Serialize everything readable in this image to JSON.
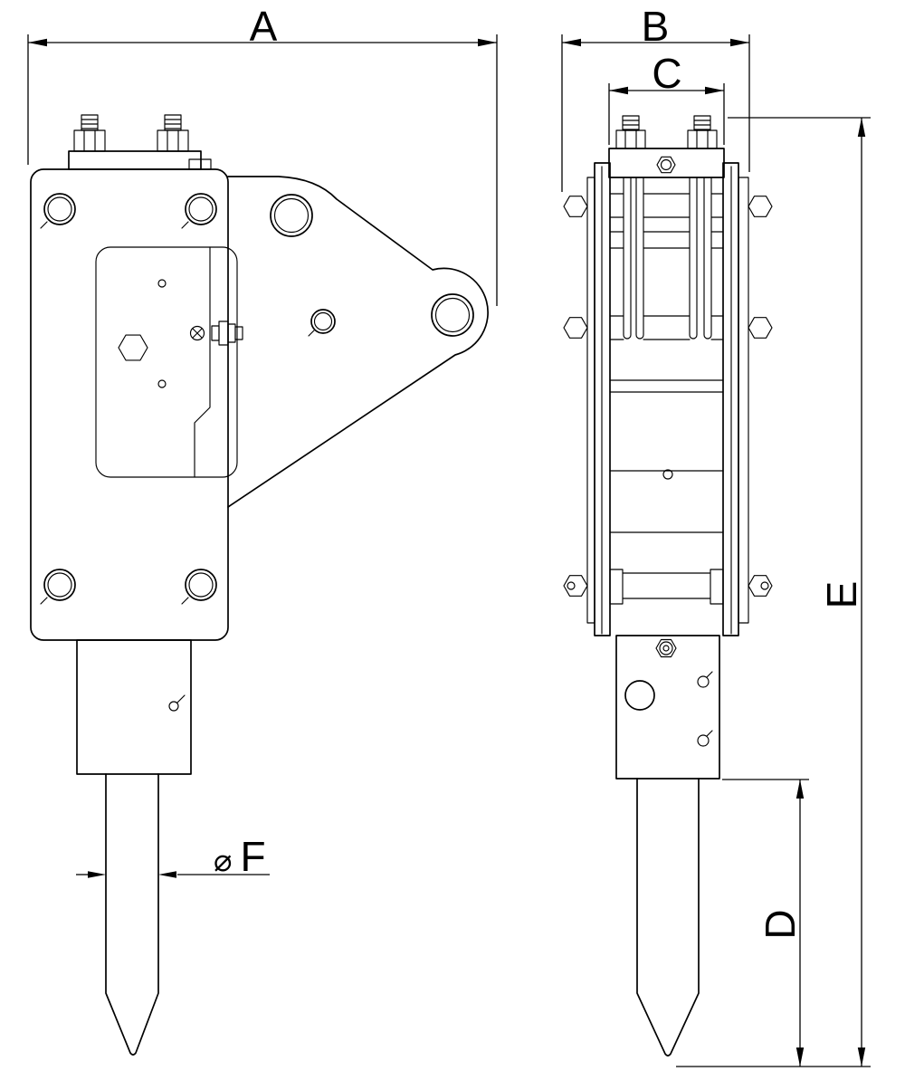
{
  "colors": {
    "line": "#000000",
    "background": "#ffffff"
  },
  "dim_labels": {
    "a": "A",
    "b": "B",
    "c": "C",
    "d": "D",
    "e": "E",
    "f": "F",
    "diameter": "⌀"
  }
}
